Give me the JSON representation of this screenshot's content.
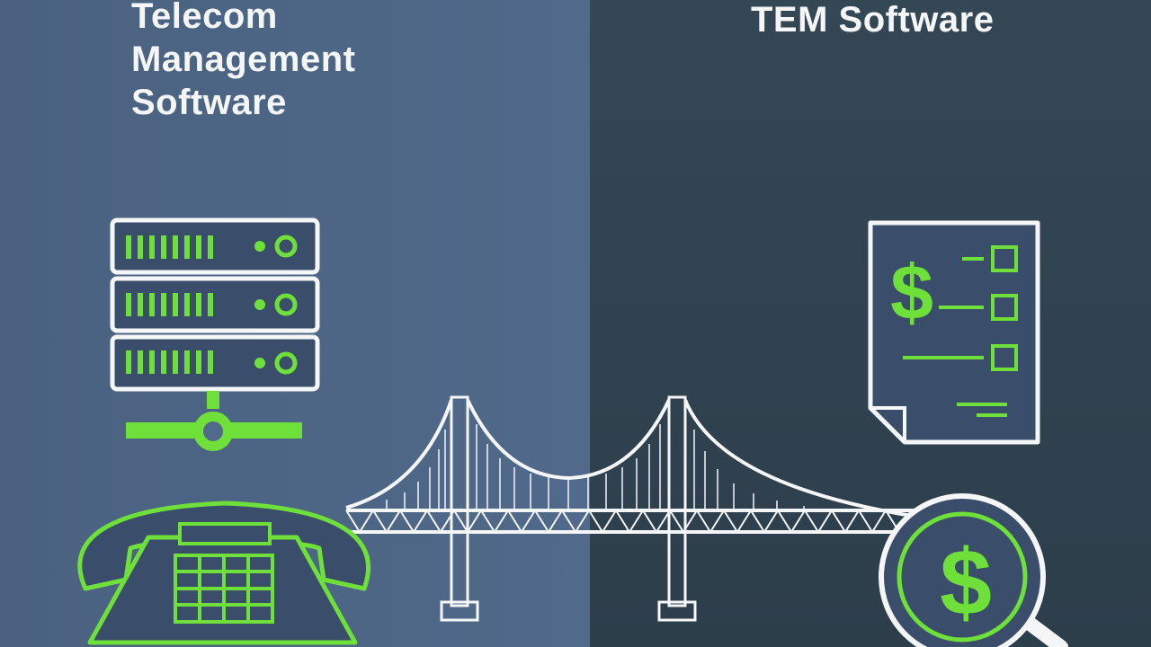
{
  "left_panel": {
    "title_lines": [
      "Telecom",
      "Management",
      "Software"
    ],
    "icons": [
      "server-rack-icon",
      "network-connector-icon",
      "desk-phone-icon"
    ]
  },
  "right_panel": {
    "title": "TEM Software",
    "icons": [
      "invoice-document-icon",
      "magnifier-dollar-icon"
    ]
  },
  "center": {
    "icon": "suspension-bridge-icon"
  },
  "colors": {
    "left_bg": "#51698a",
    "right_bg": "#2f404d",
    "accent_green": "#6fe03a",
    "outline_white": "#f4f6f8",
    "icon_fill": "#3a4d6b"
  }
}
